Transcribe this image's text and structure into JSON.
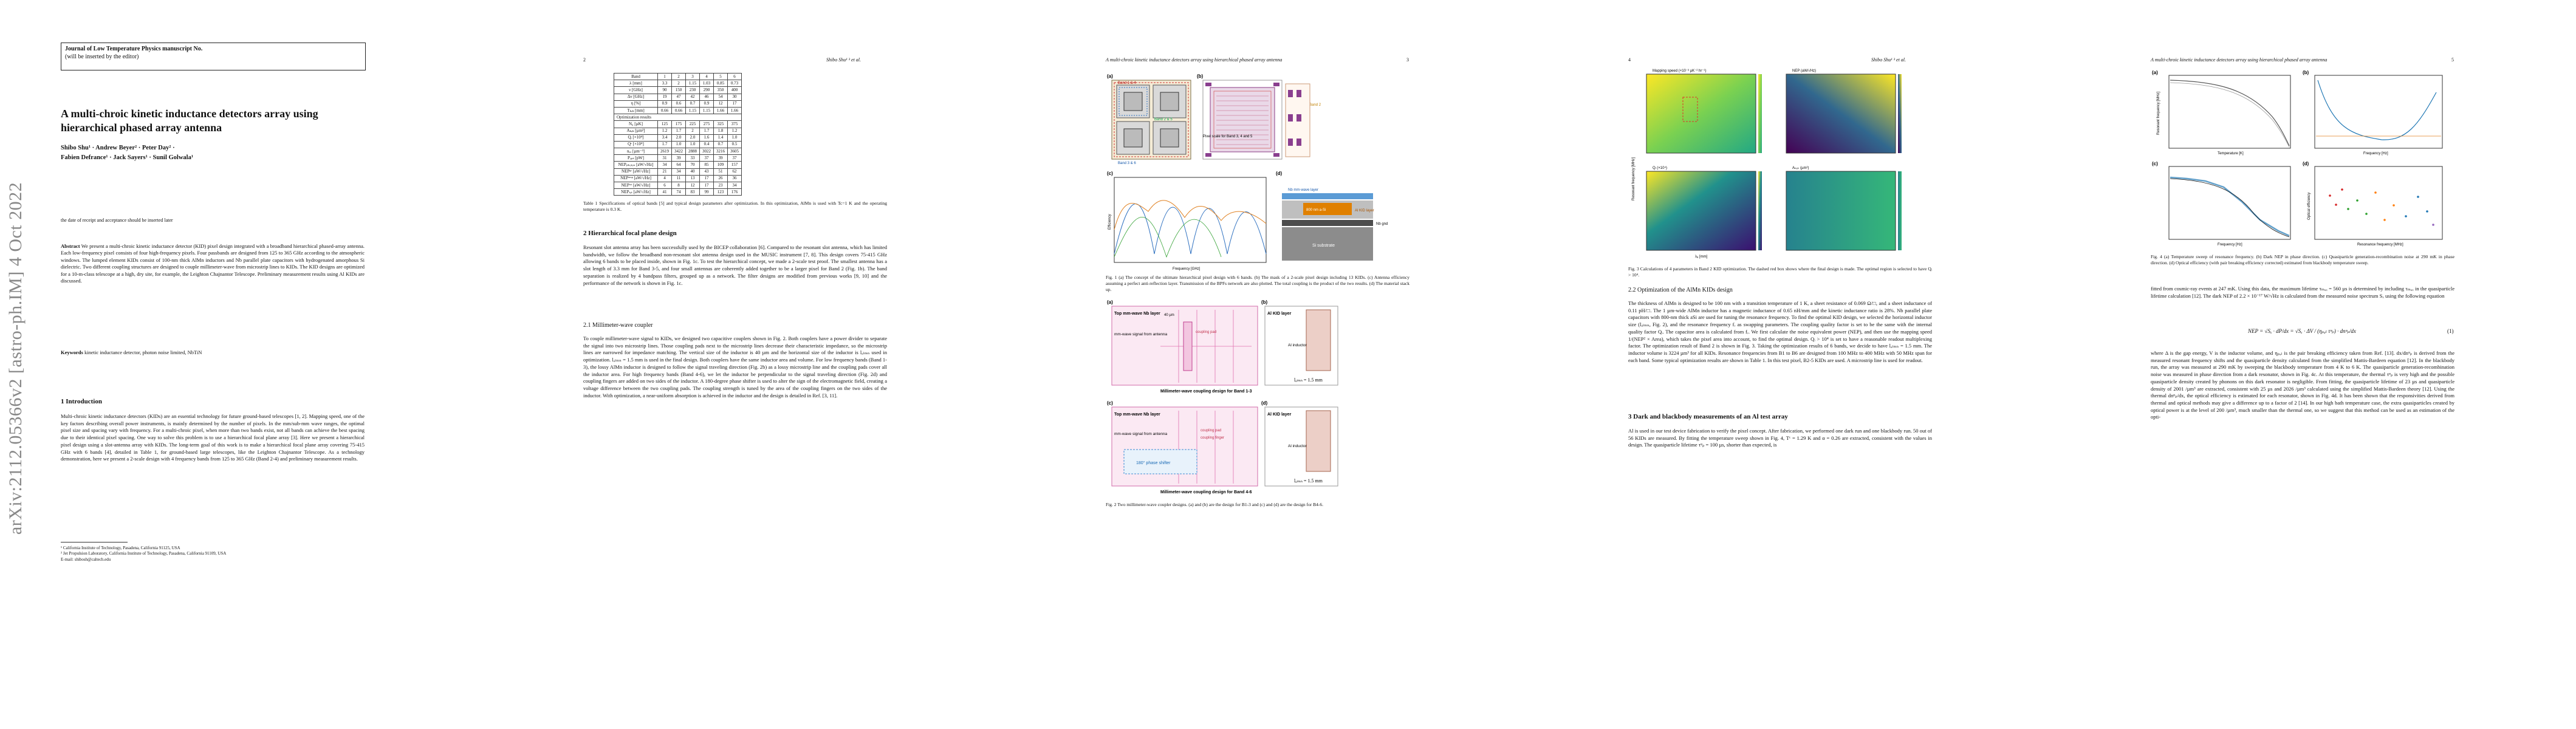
{
  "page1": {
    "arxiv_stamp": "arXiv:2112.05366v2 [astro-ph.IM] 4 Oct 2022",
    "journal_line1": "Journal of Low Temperature Physics manuscript No.",
    "journal_line2": "(will be inserted by the editor)",
    "title": "A multi-chroic kinetic inductance detectors array using hierarchical phased array antenna",
    "authors_line1": "Shibo Shu¹ · Andrew Beyer² · Peter Day² ·",
    "authors_line2": "Fabien Defrance¹ · Jack Sayers¹ · Sunil Golwala¹",
    "dateline": "the date of receipt and acceptance should be inserted later",
    "abstract_label": "Abstract",
    "abstract": "We present a multi-chroic kinetic inductance detector (KID) pixel design integrated with a broadband hierarchical phased-array antenna. Each low-frequency pixel consists of four high-frequency pixels. Four passbands are designed from 125 to 365 GHz according to the atmospheric windows. The lumped element KIDs consist of 100-nm thick AlMn inductors and Nb parallel plate capacitors with hydrogenated amorphous Si dielectric. Two different coupling structures are designed to couple millimeter-wave from microstrip lines to KIDs. The KID designs are optimized for a 10-m-class telescope at a high, dry site, for example, the Leighton Chajnantor Telescope. Preliminary measurement results using Al KIDs are discussed.",
    "keywords_label": "Keywords",
    "keywords": "kinetic inductance detector, photon noise limited, NbTiN",
    "section1": "1 Introduction",
    "intro": "Multi-chroic kinetic inductance detectors (KIDs) are an essential technology for future ground-based telescopes [1, 2]. Mapping speed, one of the key factors describing overall power instruments, is mainly determined by the number of pixels. In the mm/sub-mm wave ranges, the optimal pixel size and spacing vary with frequency. For a multi-chroic pixel, when more than two bands exist, not all bands can achieve the best spacing due to their identical pixel spacing. One way to solve this problem is to use a hierarchical focal plane array [3]. Here we present a hierarchical pixel design using a slot-antenna array with KIDs. The long-term goal of this work is to make a hierarchical focal plane array covering 75-415 GHz with 6 bands [4], detailed in Table 1, for ground-based large telescopes, like the Leighton Chajnantor Telescope. As a technology demonstration, here we present a 2-scale design with 4 frequency bands from 125 to 365 GHz (Band 2-4) and preliminary measurement results.",
    "fn1": "¹ California Institute of Technology, Pasadena, California 91125, USA",
    "fn2": "² Jet Propulsion Laboratory, California Institute of Technology, Pasadena, California 91109, USA",
    "fn3": "E-mail: shibosh@caltech.edu"
  },
  "page2": {
    "page_number": "2",
    "running_head": "Shibo Shu¹ ³ et al.",
    "table_header": [
      "Band",
      "1",
      "2",
      "3",
      "4",
      "5",
      "6"
    ],
    "table_rows": [
      [
        "λ [mm]",
        "3.3",
        "2",
        "1.15",
        "1.03",
        "0.85",
        "0.73"
      ],
      [
        "ν [GHz]",
        "90",
        "150",
        "230",
        "290",
        "350",
        "400"
      ],
      [
        "Δν [GHz]",
        "19",
        "47",
        "42",
        "46",
        "54",
        "30"
      ],
      [
        "η [%]",
        "0.9",
        "0.6",
        "0.7",
        "0.9",
        "12",
        "17"
      ],
      [
        "Tₖₑₖ [mm]",
        "0.66",
        "0.66",
        "1.15",
        "1.15",
        "1.66",
        "1.66"
      ],
      [
        "Optimization results",
        "",
        "",
        "",
        "",
        "",
        ""
      ],
      [
        "N₀ [µK]",
        "125",
        "175",
        "225",
        "275",
        "325",
        "375"
      ],
      [
        "Aₖₑₖ [µm²]",
        "1.2",
        "1.7",
        "2",
        "1.7",
        "1.8",
        "1.2"
      ],
      [
        "Qᵢ [×10⁴]",
        "3.4",
        "2.0",
        "2.0",
        "1.6",
        "1.4",
        "1.0"
      ],
      [
        "Qᶜ [×10⁴]",
        "1.7",
        "1.0",
        "1.0",
        "0.4",
        "0.7",
        "0.5"
      ],
      [
        "nₑₒ [µm⁻³]",
        "2619",
        "3422",
        "2888",
        "3022",
        "3216",
        "3605"
      ],
      [
        "Pₒₚₜ [pW]",
        "31",
        "39",
        "33",
        "37",
        "39",
        "37"
      ],
      [
        "NEPₚₕₒₜₒₙ [aW/√Hz]",
        "34",
        "64",
        "70",
        "85",
        "109",
        "157"
      ],
      [
        "NEPᵍʳ [aW/√Hz]",
        "21",
        "34",
        "40",
        "43",
        "51",
        "62"
      ],
      [
        "NEPᵃᵐᵖ [aW/√Hz]",
        "4",
        "11",
        "13",
        "17",
        "26",
        "36"
      ],
      [
        "NEPᵗᵒᵗ [aW/√Hz]",
        "6",
        "8",
        "12",
        "17",
        "23",
        "34"
      ],
      [
        "NEPₜₒₜ [aW/√Hz]",
        "41",
        "74",
        "83",
        "99",
        "123",
        "176"
      ]
    ],
    "table_caption": "Table 1 Specifications of optical bands [5] and typical design parameters after optimization. In this optimization, AlMn is used with Tc=1 K and the operating temperature is 0.3 K.",
    "section2": "2 Hierarchical focal plane design",
    "sec2_text": "Resonant slot antenna array has been successfully used by the BICEP collaboration [6]. Compared to the resonant slot antenna, which has limited bandwidth, we follow the broadband non-resonant slot antenna design used in the MUSIC instrument [7, 8]. This design covers 75-415 GHz allowing 6 bands to be placed inside, shown in Fig. 1c. To test the hierarchical concept, we made a 2-scale test proof. The smallest antenna has a slot length of 3.3 mm for Band 3-5, and four small antennas are coherently added together to be a larger pixel for Band 2 (Fig. 1b). The band separation is realized by 4 bandpass filters, grouped up as a network. The filter designs are modified from previous works [9, 10] and the performance of the network is shown in Fig. 1c.",
    "subsection21": "2.1 Millimeter-wave coupler",
    "sec21_text": "To couple millimeter-wave signal to KIDs, we designed two capacitive couplers shown in Fig. 2. Both couplers have a power divider to separate the signal into two microstrip lines. Those coupling pads next to the microstrip lines decrease their characteristic impedance, so the microstrip lines are narrowed for impedance matching. The vertical size of the inductor is 40 µm and the horizontal size of the inductor is lₐₗₘₙ used in optimization. lₐₗₘₙ = 1.5 mm is used in the final design. Both couplers have the same inductor area and volume. For low frequency bands (Band 1-3), the lossy AlMn inductor is designed to follow the signal traveling direction (Fig. 2b) as a lossy microstrip line and the coupling pads cover all the inductor area. For high frequency bands (Band 4-6), we let the inductor be perpendicular to the signal traveling direction (Fig. 2d) and coupling fingers are added on two sides of the inductor. A 180-degree phase shifter is used to alter the sign of the electromagnetic field, creating a voltage difference between the two coupling pads. The coupling strength is tuned by the area of the coupling fingers on the two sides of the inductor. With optimization, a near-uniform absorption is achieved in the inductor and the design is detailed in Ref. [3, 11]."
  },
  "page3": {
    "running_head": "A multi-chroic kinetic inductance detectors array using hierarchical phased array antenna",
    "page_number": "3",
    "fig1_labels": {
      "band_a": "Band 1 & 4",
      "band_b": "Band 2 & 5",
      "band_c": "Band 3 & 6",
      "pixel_note": "Pixel scale for Band 3, 4 and 5",
      "band2_note": "Pixel scale for Band 2",
      "mm_wave": "Nb mm-wave layer",
      "al_kid": "Al KID layer",
      "sio2": "800 nm a-Si",
      "gnd": "Nb gnd",
      "si": "Si substrate",
      "x_axis": "Frequency [GHz]",
      "y_axis": "Efficiency"
    },
    "fig1_caption": "Fig. 1 (a) The concept of the ultimate hierarchical pixel design with 6 bands. (b) The mask of a 2-scale pixel design including 13 KIDs. (c) Antenna efficiency assuming a perfect anti-reflection layer. Transmission of the BPFs network are also plotted. The total coupling is the product of the two results. (d) The material stack up.",
    "fig2_labels": {
      "a_top": "Top mm-wave Nb layer",
      "a_signal": "mm-wave signal from antenna",
      "a_pad": "coupling pad",
      "a_w": "40 µm",
      "b_kid": "Al KID layer",
      "b_ind": "Al inductor",
      "b_l": "lₐₗₘₙ = 1.5 mm",
      "ab_caption": "Millimeter-wave coupling design for Band 1-3",
      "c_top": "Top mm-wave Nb layer",
      "c_signal": "mm-wave signal from antenna",
      "c_pad": "coupling pad",
      "c_finger": "coupling finger",
      "c_phase": "180° phase shifter",
      "d_kid": "Al KID layer",
      "d_ind": "Al inductor",
      "d_l": "lₐₗₘₙ = 1.5 mm",
      "cd_caption": "Millimeter-wave coupling design for Band 4-6"
    },
    "fig2_caption": "Fig. 2 Two millimeter-wave coupler designs. (a) and (b) are the design for B1-3 and (c) and (d) are the design for B4-6."
  },
  "page4": {
    "page_number": "4",
    "running_head": "Shibo Shu¹ ³ et al.",
    "fig3_titles": [
      "Mapping speed (×10⁻³ µK⁻² hr⁻¹)",
      "NEP (aW/√Hz)",
      "Qᵢ (×10⁴)",
      "Aₖₑₖ (µm²)"
    ],
    "fig3_xlabel": "λₐ [mm]",
    "fig3_ylabel": "Resonant frequency [MHz]",
    "fig3_caption": "Fig. 3 Calculations of 4 parameters in Band 2 KID optimization. The dashed red box shows where the final design is made. The optimal region is selected to have Qᵢ > 10⁴.",
    "subsection22": "2.2 Optimization of the AlMn KIDs design",
    "sec22_text": "The thickness of AlMn is designed to be 100 nm with a transition temperature of 1 K, a sheet resistance of 0.069 Ω/□, and a sheet inductance of 0.11 pH/□. The 1 µm-wide AlMn inductor has a magnetic inductance of 0.65 nH/mm and the kinetic inductance ratio is 28%. Nb parallel plate capacitors with 800-nm thick aSi are used for tuning the resonance frequency. To find the optimal KID design, we selected the horizontal inductor size (lₐₗₘₙ, Fig. 2), and the resonance frequency fᵣ as swapping parameters. The coupling quality factor is set to be the same with the internal quality factor Qᵢ. The capacitor area is calculated from fᵣ. We first calculate the noise equivalent power (NEP), and then use the mapping speed 1/(NEP² × Area), which takes the pixel area into account, to find the optimal design. Qᵢ > 10⁴ is set to have a reasonable readout multiplexing factor. The optimization result of Band 2 is shown in Fig. 3. Taking the optimization results of 6 bands, we decide to have lₐₗₘₙ = 1.5 mm. The inductor volume is 3224 µm³ for all KIDs. Resonance frequencies from B1 to B6 are designed from 100 MHz to 400 MHz with 50 MHz span for each band. Some typical optimization results are shown in Table 1. In this test pixel, B2-5 KIDs are used. A microstrip line is used for readout.",
    "section3": "3 Dark and blackbody measurements of an Al test array",
    "sec3_text": "Al is used in our test device fabrication to verify the pixel concept. After fabrication, we performed one dark run and one blackbody run. 50 out of 56 KIDs are measured. By fitting the temperature sweep shown in Fig. 4, Tᶜ = 1.29 K and α = 0.26 are extracted, consistent with the values in design. The quasiparticle lifetime τᵠₚ = 100 µs, shorter than expected, is"
  },
  "page5": {
    "running_head": "A multi-chroic kinetic inductance detectors array using hierarchical phased array antenna",
    "page_number": "5",
    "fig4_caption": "Fig. 4 (a) Temperature sweep of resonance frequency. (b) Dark NEP in phase direction. (c) Quasiparticle generation-recombination noise at 290 mK in phase direction. (d) Optical efficiency (with pair breaking efficiency corrected) estimated from blackbody temperature sweep.",
    "fig4_a_xlabel": "Temperature [K]",
    "fig4_a_ylabel": "Resonant frequency [MHz]",
    "fig4_b_xlabel": "Frequency [Hz]",
    "fig4_c_xlabel": "Frequency [Hz]",
    "fig4_d_xlabel": "Resonance frequency [MHz]",
    "fig4_d_ylabel": "Optical efficiency",
    "text1": "fitted from cosmic-ray events at 247 mK. Using this data, the maximum lifetime τₘₐₓ = 560 µs is determined by including τₘₐₓ in the quasiparticle lifetime calculation [12]. The dark NEP of 2.2 × 10⁻¹⁷ W/√Hz is calculated from the measured noise spectrum Sₓ using the following equation",
    "equation": "NEP = √Sₓ · dP/dx = √Sₓ · ΔV / (ηₚₐₗ τᵠₚ) · dnᵠₚ/dx",
    "eq_number": "(1)",
    "text2": "where Δ is the gap energy, V is the inductor volume, and ηₚₐₗ is the pair breaking efficiency taken from Ref. [13]. dx/dnᵠₚ is derived from the measured resonant frequency shifts and the quasiparticle density calculated from the simplified Mattis-Bardeen equation [12]. In the blackbody run, the array was measured at 290 mK by sweeping the blackbody temperature from 4 K to 6 K. The quasiparticle generation-recombination noise was measured in phase direction from a dark resonator, shown in Fig. 4c. At this temperature, the thermal τᵠₚ is very high and the possible quasiparticle density created by phonons on this dark resonator is negligible. From fitting, the quasiparticle lifetime of 23 µs and quasiparticle density of 2001 /µm³ are extracted, consistent with 25 µs and 2026 /µm³ calculated using the simplified Mattis-Bardeen theory [12]. Using the thermal dnᵠₚ/dx, the optical efficiency is estimated for each resonator, shown in Fig. 4d. It has been shown that the responsivities derived from thermal and optical methods may give a difference up to a factor of 2 [14]. In our high bath temperature case, the extra quasiparticles created by optical power is at the level of 200 /µm³, much smaller than the thermal one, so we suggest that this method can be used as an estimation of the opti-"
  }
}
